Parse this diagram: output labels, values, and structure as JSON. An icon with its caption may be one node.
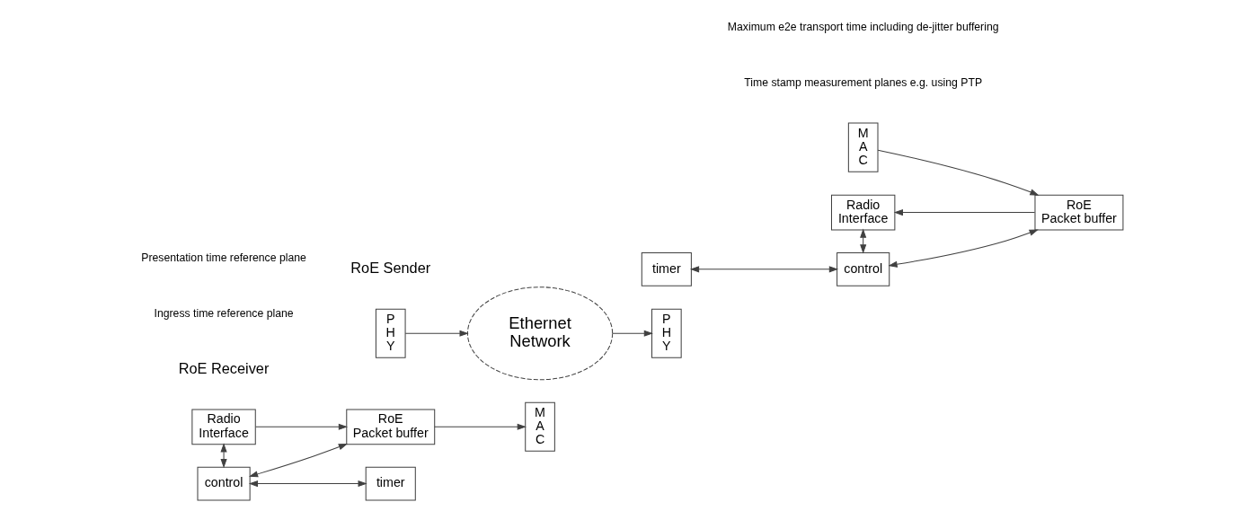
{
  "diagram": {
    "nodes": [
      {
        "text": [
          "Radio Interface"
        ]
      },
      {
        "text": [
          "RoE Packet buffer"
        ]
      },
      {
        "text": [
          "M A C"
        ]
      },
      {
        "text": [
          "P H Y"
        ]
      },
      {
        "text": [
          "control"
        ]
      },
      {
        "text": [
          "timer"
        ]
      },
      {
        "text": [
          "Ethernet Network"
        ]
      },
      {
        "text": [
          "P H Y"
        ]
      },
      {
        "text": [
          "M A C"
        ]
      },
      {
        "text": [
          "RoE Packet buffer"
        ]
      },
      {
        "text": [
          "Radio Interface"
        ]
      },
      {
        "text": [
          "timer"
        ]
      },
      {
        "text": [
          "control"
        ]
      }
    ],
    "edges": [
      {
        "from": 0,
        "to": 1,
        "arrow": "to"
      },
      {
        "from": 1,
        "to": 2,
        "arrow": "to"
      },
      {
        "from": 3,
        "to": 6,
        "arrow": "to"
      },
      {
        "from": 6,
        "to": 7,
        "arrow": "to"
      },
      {
        "from": 8,
        "to": 9,
        "arrow": "to"
      },
      {
        "from": 9,
        "to": 10,
        "arrow": "to"
      },
      {
        "from": 0,
        "to": 4,
        "arrow": "both"
      },
      {
        "from": 4,
        "to": 1,
        "arrow": "both"
      },
      {
        "from": 4,
        "to": 5,
        "arrow": "both"
      },
      {
        "from": 11,
        "to": 12,
        "arrow": "both"
      },
      {
        "from": 12,
        "to": 9,
        "arrow": "both"
      },
      {
        "from": 10,
        "to": 12,
        "arrow": "both"
      }
    ],
    "labels": [
      "Time stamp measurement planes e.g. using PTP",
      "RoE Sender",
      "RoE Receiver",
      "Maximum e2e transport time including de-jitter buffering",
      "Ingress time reference plane",
      "Presentation time reference plane"
    ]
  }
}
